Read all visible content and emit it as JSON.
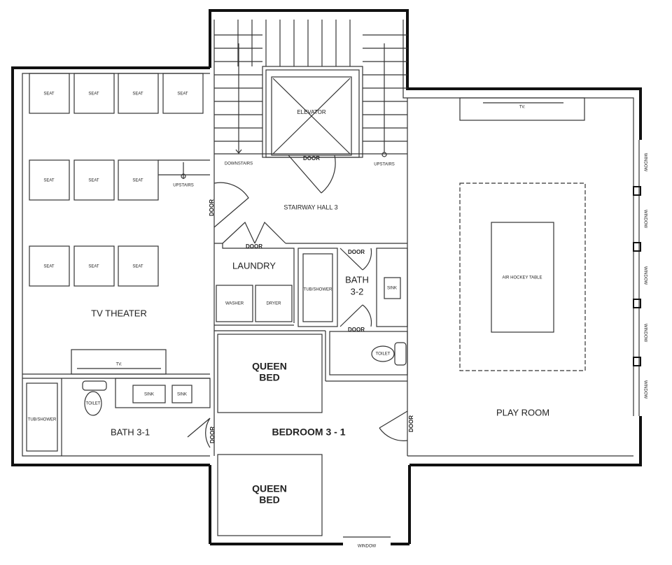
{
  "rooms": {
    "tv_theater": "TV THEATER",
    "stairway_hall": "STAIRWAY HALL 3",
    "laundry": "LAUNDRY",
    "bath_3_2_line1": "BATH",
    "bath_3_2_line2": "3-2",
    "bath_3_1": "BATH 3-1",
    "bedroom": "BEDROOM 3 - 1",
    "play_room": "PLAY ROOM"
  },
  "fixtures": {
    "seat": "SEAT",
    "tv": "TV.",
    "elevator": "ELEVATOR",
    "door": "DOOR",
    "downstairs": "DOWNSTAIRS",
    "upstairs": "UPSTAIRS",
    "washer": "WASHER",
    "dryer": "DRYER",
    "tub_shower": "TUB/SHOWER",
    "sink": "SINK",
    "toilet": "TOILET",
    "queen_bed_line1": "QUEEN",
    "queen_bed_line2": "BED",
    "air_hockey": "AIR HOCKEY TABLE",
    "window": "WINDOW"
  }
}
